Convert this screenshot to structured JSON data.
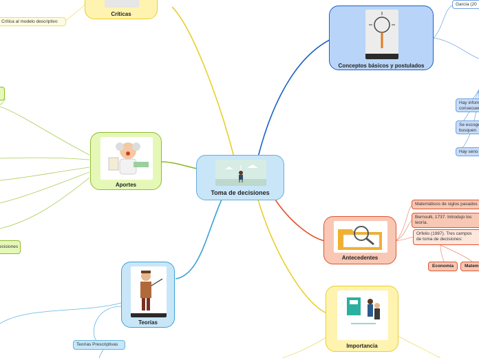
{
  "central": {
    "title": "Toma de decisiones"
  },
  "branches": {
    "criticas": {
      "title": "Críticas",
      "leaves": [
        "Crítica al modelo descriptivo"
      ]
    },
    "conceptos": {
      "title": "Conceptos básicos y postulados",
      "leaves": [
        "García (20",
        "Hay inform",
        "consecuen",
        "Se escoge",
        "busquen",
        "Hay seno"
      ]
    },
    "aportes": {
      "title": "Aportes",
      "leaves": [
        "ecisiones"
      ]
    },
    "antecedentes": {
      "title": "Antecedentes",
      "leaves": [
        "Matemáticos de siglos pasados",
        "Bernoulli, 1737. Introdujo los",
        "teoría.",
        "Orfelio (1987).  Tres campos",
        "de toma de decisiones:"
      ],
      "tags": [
        "Economía",
        "Matem"
      ]
    },
    "teorias": {
      "title": "Teorías",
      "leaves": [
        "Teorías Prescriptivas"
      ]
    },
    "importancia": {
      "title": "Importancia"
    }
  },
  "colors": {
    "blue": "#1a5fc8",
    "yellow": "#e8cf2a",
    "green": "#8dbb2a",
    "orange": "#e0522e",
    "lightblue": "#3aa0d8"
  }
}
